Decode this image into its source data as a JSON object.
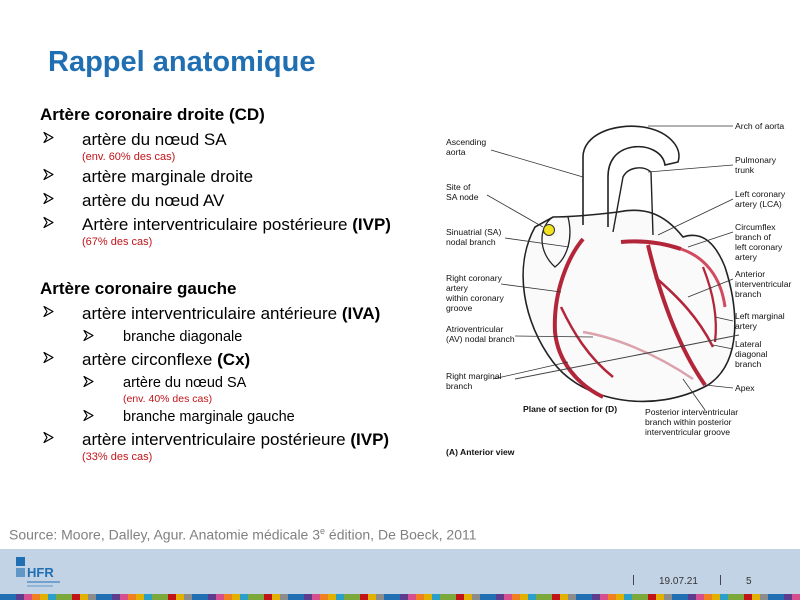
{
  "title": "Rappel anatomique",
  "sections": [
    {
      "heading": "Artère coronaire droite (CD)",
      "items": [
        {
          "text": "artère du nœud SA",
          "note": "(env. 60% des cas)"
        },
        {
          "text": "artère marginale droite"
        },
        {
          "text": "artère du nœud AV"
        },
        {
          "text": "Artère interventriculaire postérieure ",
          "bold": "(IVP)",
          "note": "(67% des cas)"
        }
      ]
    },
    {
      "heading": "Artère coronaire gauche",
      "items": [
        {
          "text": "artère interventriculaire antérieure ",
          "bold": "(IVA)"
        },
        {
          "text": "branche diagonale",
          "level": 2
        },
        {
          "text": "artère circonflexe ",
          "bold": "(Cx)"
        },
        {
          "text": "artère du nœud SA",
          "level": 2,
          "note": "(env. 40% des cas)"
        },
        {
          "text": "branche marginale gauche",
          "level": 2
        },
        {
          "text": "artère interventriculaire postérieure ",
          "bold": "(IVP)",
          "note": "(33% des cas)"
        }
      ]
    }
  ],
  "source": {
    "before": "Source: Moore, Dalley, Agur. Anatomie médicale 3",
    "sup": "e",
    "after": " édition, De Boeck, 2011"
  },
  "footer": {
    "logo_text": "HFR",
    "date": "19.07.21",
    "page": "5"
  },
  "figure": {
    "labels_left": [
      {
        "key": "asc",
        "lines": [
          "Ascending",
          "aorta"
        ]
      },
      {
        "key": "sa",
        "lines": [
          "Site of",
          "SA node"
        ]
      },
      {
        "key": "sinu",
        "lines": [
          "Sinuatrial (SA)",
          "nodal branch"
        ]
      },
      {
        "key": "rca",
        "lines": [
          "Right coronary",
          "artery",
          "within coronary",
          "groove"
        ]
      },
      {
        "key": "av",
        "lines": [
          "Atrioventricular",
          "(AV) nodal branch"
        ]
      },
      {
        "key": "rmb",
        "lines": [
          "Right marginal",
          "branch"
        ]
      }
    ],
    "labels_right": [
      {
        "key": "arch",
        "lines": [
          "Arch of aorta"
        ]
      },
      {
        "key": "pulm",
        "lines": [
          "Pulmonary",
          "trunk"
        ]
      },
      {
        "key": "lca",
        "lines": [
          "Left coronary",
          "artery (LCA)"
        ]
      },
      {
        "key": "circ",
        "lines": [
          "Circumflex",
          "branch of",
          "left coronary",
          "artery"
        ]
      },
      {
        "key": "aib",
        "lines": [
          "Anterior",
          "interventricular",
          "branch"
        ]
      },
      {
        "key": "lma",
        "lines": [
          "Left marginal",
          "artery"
        ]
      },
      {
        "key": "ldb",
        "lines": [
          "Lateral",
          "diagonal",
          "branch"
        ]
      },
      {
        "key": "apex",
        "lines": [
          "Apex"
        ]
      },
      {
        "key": "pib",
        "lines": [
          "Posterior interventricular",
          "branch within posterior",
          "interventricular groove"
        ]
      }
    ],
    "plane": "Plane of section for (D)",
    "view": "(A) Anterior view"
  }
}
